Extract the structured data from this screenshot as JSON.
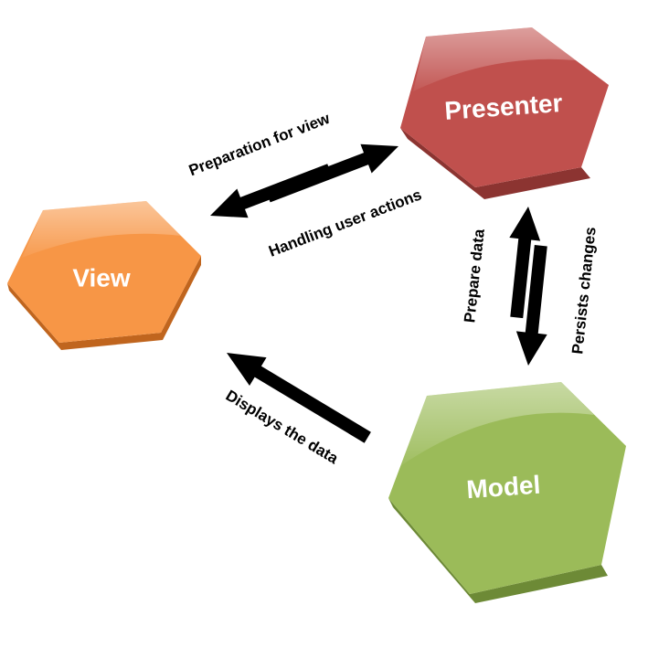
{
  "nodes": {
    "presenter": {
      "label": "Presenter",
      "color": "#c0504d"
    },
    "view": {
      "label": "View",
      "color": "#f79646"
    },
    "model": {
      "label": "Model",
      "color": "#9bbb59"
    }
  },
  "edges": {
    "preparation_for_view": "Preparation for view",
    "handling_user_actions": "Handling user actions",
    "prepare_data": "Prepare data",
    "persists_changes": "Persists changes",
    "displays_the_data": "Displays the data"
  }
}
